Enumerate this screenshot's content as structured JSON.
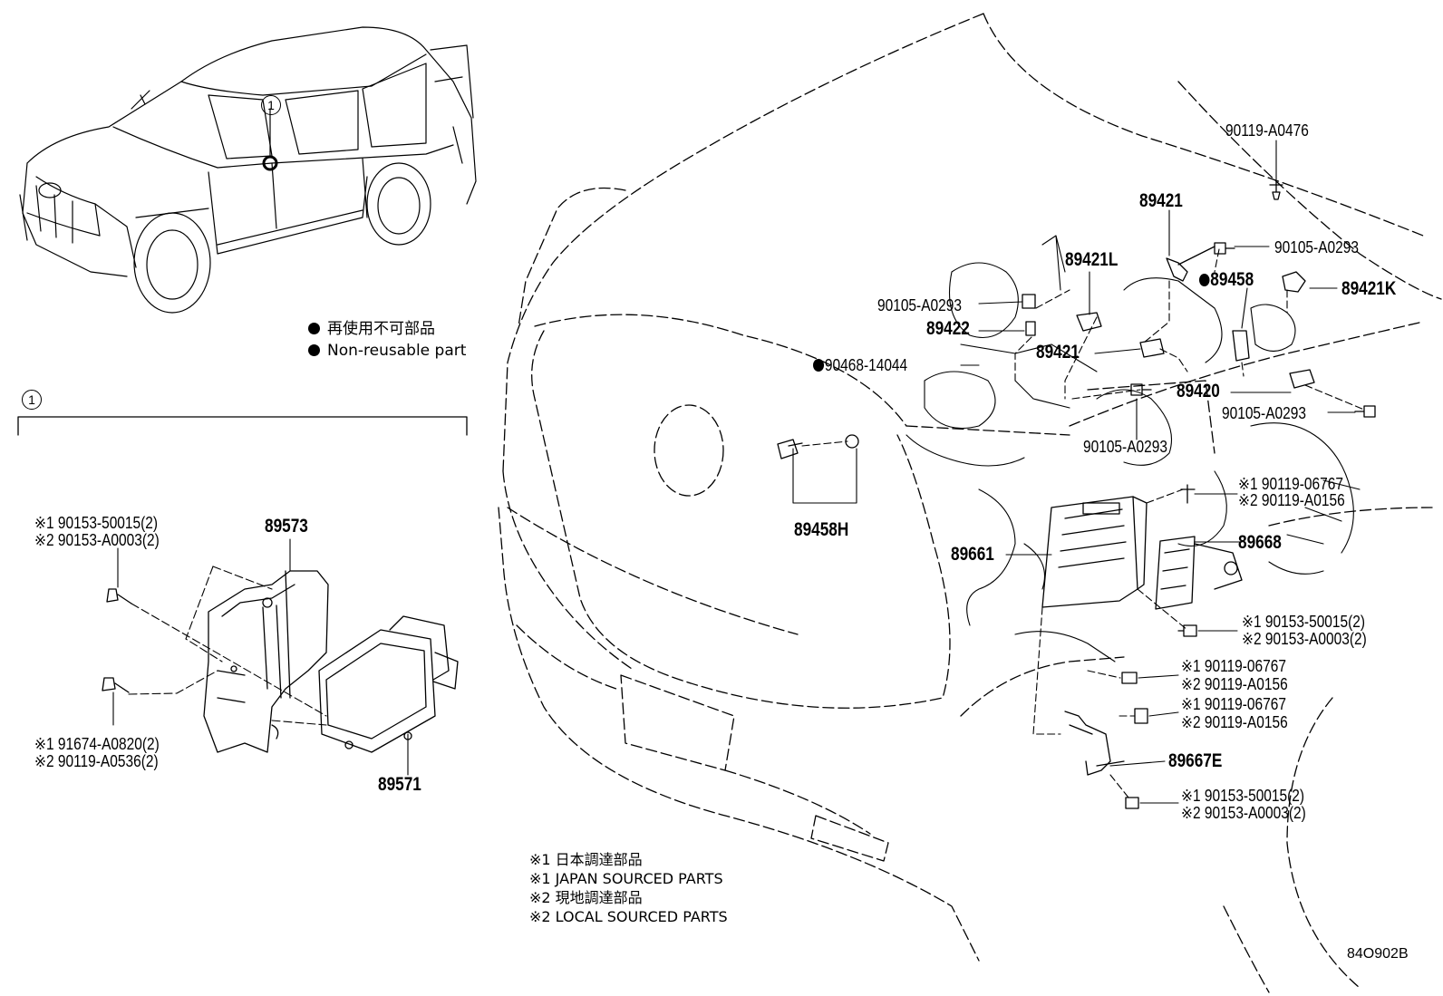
{
  "legend": {
    "non_reusable_jp": "再使用不可部品",
    "non_reusable_en": "Non-reusable part"
  },
  "callout_mark": "1",
  "notes": {
    "n1_jp": "※1 日本調達部品",
    "n1_en": "※1 JAPAN SOURCED PARTS",
    "n2_jp": "※2 現地調達部品",
    "n2_en": "※2 LOCAL SOURCED PARTS"
  },
  "diagram_id": "84O902B",
  "parts": {
    "p90119_a0476": "90119-A0476",
    "p89421_top": "89421",
    "p90105_a0293_a": "90105-A0293",
    "p89421l": "89421L",
    "p89458": "89458",
    "p89421k": "89421K",
    "p90105_a0293_b": "90105-A0293",
    "p89422": "89422",
    "p90468_14044": "90468-14044",
    "p89421_mid": "89421",
    "p89420": "89420",
    "p90105_a0293_c": "90105-A0293",
    "p90105_a0293_d": "90105-A0293",
    "p89458h": "89458H",
    "p89661": "89661",
    "p89668": "89668",
    "p89667e": "89667E",
    "p89573": "89573",
    "p89571": "89571",
    "b1_l1": "※1 90119-06767",
    "b1_l2": "※2 90119-A0156",
    "b2_l1": "※1 90153-50015(2)",
    "b2_l2": "※2 90153-A0003(2)",
    "b3_l1": "※1 90119-06767",
    "b3_l2": "※2 90119-A0156",
    "b4_l1": "※1 90119-06767",
    "b4_l2": "※2 90119-A0156",
    "b5_l1": "※1 90153-50015(2)",
    "b5_l2": "※2 90153-A0003(2)",
    "l1_l1": "※1 90153-50015(2)",
    "l1_l2": "※2 90153-A0003(2)",
    "l2_l1": "※1 91674-A0820(2)",
    "l2_l2": "※2 90119-A0536(2)"
  }
}
